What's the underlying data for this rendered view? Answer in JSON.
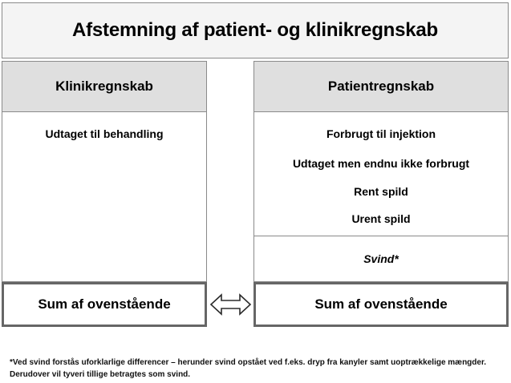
{
  "title": {
    "text": "Afstemning af patient- og klinikregnskab"
  },
  "columns": {
    "left": {
      "header": "Klinikregnskab",
      "items": [
        "Udtaget til behandling"
      ],
      "sum_label": "Sum af ovenstående"
    },
    "right": {
      "header": "Patientregnskab",
      "items": [
        "Forbrugt til injektion",
        "Udtaget men endnu ikke forbrugt",
        "Rent spild",
        "Urent spild"
      ],
      "svind_label": "Svind*",
      "sum_label": "Sum af ovenstående"
    }
  },
  "connector": {
    "icon": "double-headed-horizontal-arrow"
  },
  "footnote": {
    "line1": "*Ved svind forstås uforklarlige differencer – herunder svind opstået ved f.eks. dryp fra kanyler samt uoptrækkelige mængder.",
    "line2": "Derudover vil tyveri tillige betragtes som svind."
  },
  "colors": {
    "title_background": "#f4f4f4",
    "header_background": "#dfdfdf",
    "box_background": "#ffffff",
    "thin_border": "#8a8a8a",
    "thick_border": "#666666",
    "text": "#000000"
  }
}
